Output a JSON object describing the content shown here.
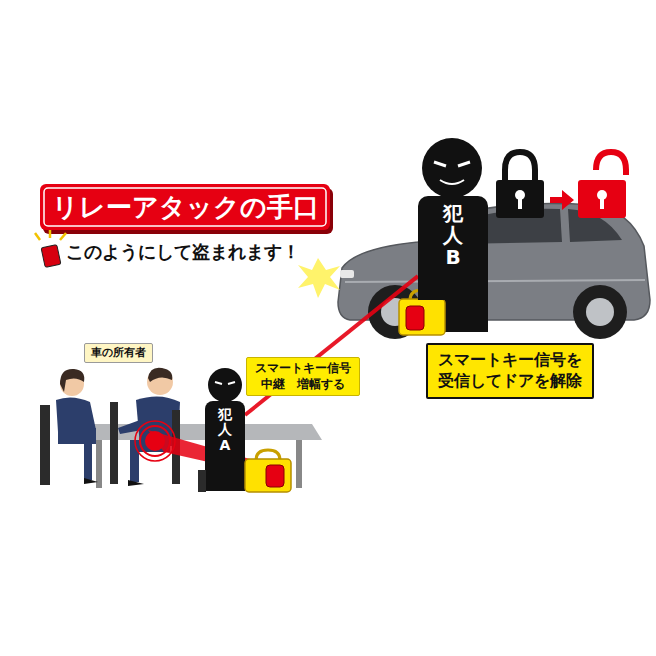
{
  "diagram": {
    "title": "リレーアタックの手口",
    "nodes": [
      {
        "text": [
          "犯人B"
        ]
      },
      {
        "text": [
          "車の所有者"
        ]
      },
      {
        "text": [
          "スマートキー信号 中継　増幅する"
        ]
      },
      {
        "text": [
          "スマートキー信号を 受信してドアを解除"
        ]
      },
      {
        "text": [
          "犯人A"
        ]
      }
    ],
    "edges": [
      {
        "from": 4,
        "to": 0,
        "arrow": "none"
      }
    ],
    "labels": [
      "このようにして盗まれます！"
    ]
  }
}
